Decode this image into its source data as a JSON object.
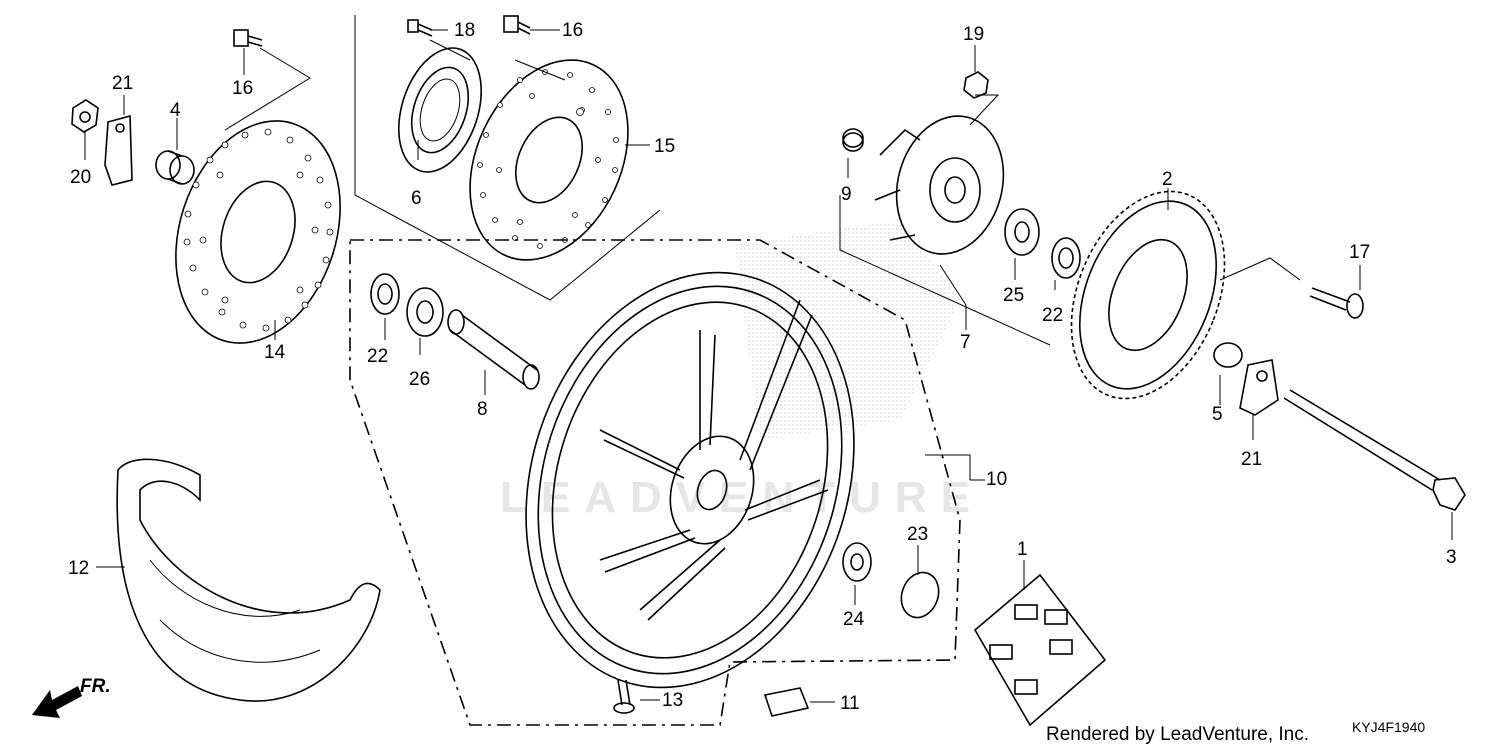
{
  "diagram": {
    "watermark": "LEADVENTURE",
    "credit": "Rendered by LeadVenture, Inc.",
    "code": "KYJ4F1940",
    "direction_label": "FR.",
    "parts": [
      {
        "id": "p1",
        "num": "1",
        "name": "valve-set-icon"
      },
      {
        "id": "p2",
        "num": "2",
        "name": "sprocket-icon"
      },
      {
        "id": "p3",
        "num": "3",
        "name": "axle-icon"
      },
      {
        "id": "p4",
        "num": "4",
        "name": "collar-icon"
      },
      {
        "id": "p5",
        "num": "5",
        "name": "collar-icon"
      },
      {
        "id": "p6",
        "num": "6",
        "name": "pulser-ring-icon"
      },
      {
        "id": "p7",
        "num": "7",
        "name": "hub-flange-icon"
      },
      {
        "id": "p8",
        "num": "8",
        "name": "spacer-icon"
      },
      {
        "id": "p9",
        "num": "9",
        "name": "collar-icon"
      },
      {
        "id": "p10",
        "num": "10",
        "name": "wheel-icon"
      },
      {
        "id": "p11",
        "num": "11",
        "name": "weight-icon"
      },
      {
        "id": "p12",
        "num": "12",
        "name": "tire-icon"
      },
      {
        "id": "p13",
        "num": "13",
        "name": "valve-icon"
      },
      {
        "id": "p14",
        "num": "14",
        "name": "brake-disk-icon"
      },
      {
        "id": "p15",
        "num": "15",
        "name": "brake-disk-icon"
      },
      {
        "id": "p16a",
        "num": "16",
        "name": "bolt-icon"
      },
      {
        "id": "p16b",
        "num": "16",
        "name": "bolt-icon"
      },
      {
        "id": "p17",
        "num": "17",
        "name": "bolt-icon"
      },
      {
        "id": "p18",
        "num": "18",
        "name": "screw-icon"
      },
      {
        "id": "p19",
        "num": "19",
        "name": "nut-icon"
      },
      {
        "id": "p20",
        "num": "20",
        "name": "nut-icon"
      },
      {
        "id": "p21a",
        "num": "21",
        "name": "plate-icon"
      },
      {
        "id": "p21b",
        "num": "21",
        "name": "plate-icon"
      },
      {
        "id": "p22a",
        "num": "22",
        "name": "oil-seal-icon"
      },
      {
        "id": "p22b",
        "num": "22",
        "name": "oil-seal-icon"
      },
      {
        "id": "p23",
        "num": "23",
        "name": "o-ring-icon"
      },
      {
        "id": "p24",
        "num": "24",
        "name": "bearing-icon"
      },
      {
        "id": "p25",
        "num": "25",
        "name": "bearing-icon"
      },
      {
        "id": "p26",
        "num": "26",
        "name": "bearing-icon"
      }
    ]
  }
}
